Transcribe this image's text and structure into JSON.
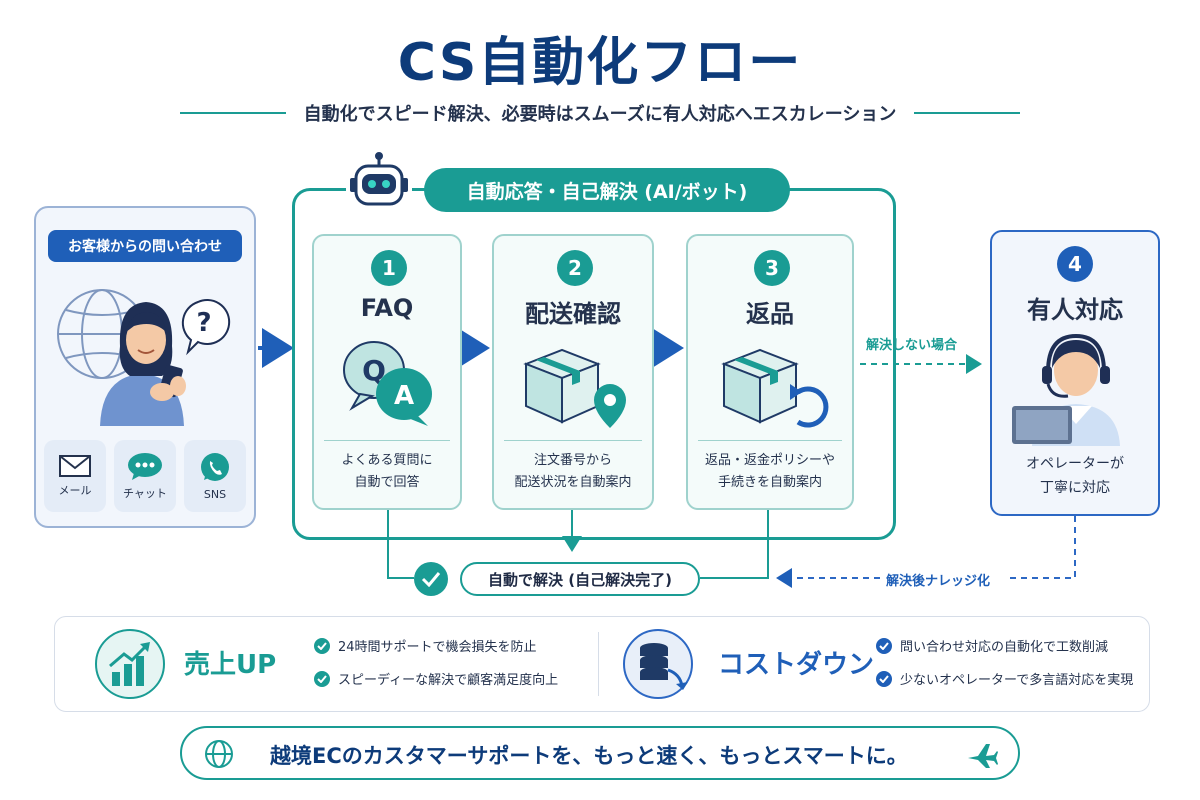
{
  "header": {
    "title": "CS自動化フロー",
    "subtitle": "自動化でスピード解決、必要時はスムーズに有人対応へエスカレーション"
  },
  "customer": {
    "tag": "お客様からの問い合わせ",
    "question_mark": "?",
    "channels": [
      {
        "label": "メール",
        "icon": "mail-icon"
      },
      {
        "label": "チャット",
        "icon": "chat-icon"
      },
      {
        "label": "SNS",
        "icon": "phone-bubble-icon"
      }
    ]
  },
  "bot": {
    "tag": "自動応答・自己解決 (AI/ボット)",
    "steps": [
      {
        "num": "1",
        "title": "FAQ",
        "desc_line1": "よくある質問に",
        "desc_line2": "自動で回答",
        "icon": "qa-bubbles-icon",
        "icon_q": "Q",
        "icon_a": "A"
      },
      {
        "num": "2",
        "title": "配送確認",
        "desc_line1": "注文番号から",
        "desc_line2": "配送状況を自動案内",
        "icon": "box-location-icon"
      },
      {
        "num": "3",
        "title": "返品",
        "desc_line1": "返品・返金ポリシーや",
        "desc_line2": "手続きを自動案内",
        "icon": "box-return-icon"
      }
    ]
  },
  "human": {
    "num": "4",
    "title": "有人対応",
    "desc_line1": "オペレーターが",
    "desc_line2": "丁寧に対応"
  },
  "flow": {
    "unresolved_label": "解決しない場合",
    "resolved_label": "自動で解決 (自己解決完了)",
    "knowledge_label": "解決後ナレッジ化"
  },
  "benefits": {
    "sales": {
      "title": "売上UP",
      "items": [
        "24時間サポートで機会損失を防止",
        "スピーディーな解決で顧客満足度向上"
      ]
    },
    "cost": {
      "title": "コストダウン",
      "items": [
        "問い合わせ対応の自動化で工数削減",
        "少ないオペレーターで多言語対応を実現"
      ]
    }
  },
  "footer": {
    "text": "越境ECのカスタマーサポートを、もっと速く、もっとスマートに。"
  },
  "colors": {
    "navy": "#0d3b7a",
    "blue": "#1f5fb8",
    "teal": "#1a9c94",
    "light_teal": "#9fd2cd"
  }
}
